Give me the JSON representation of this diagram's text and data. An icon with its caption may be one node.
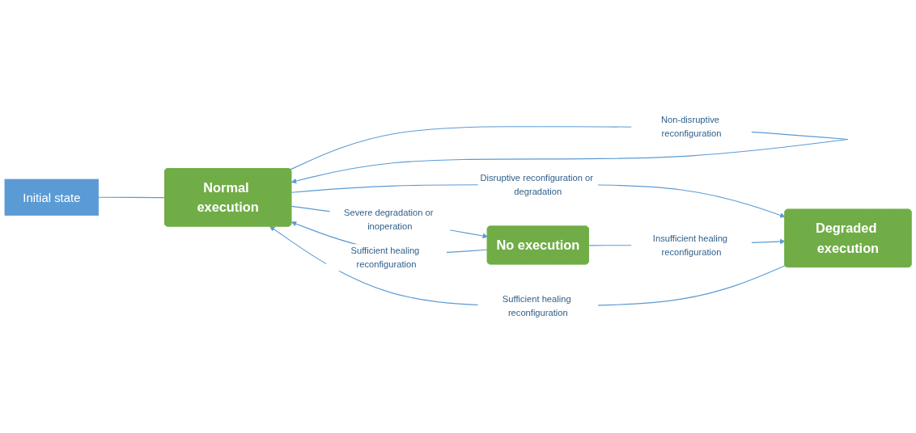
{
  "diagram": {
    "nodes": [
      {
        "text": [
          "Initial state"
        ]
      },
      {
        "text": [
          "Normal execution"
        ]
      },
      {
        "text": [
          "Degraded execution"
        ]
      },
      {
        "text": [
          "No execution"
        ]
      }
    ],
    "edges": [
      {
        "from": 0,
        "to": 1,
        "arrow": "none"
      },
      {
        "from": 2,
        "to": 1,
        "arrow": "to",
        "label": "Sufficient healing reconfiguration"
      },
      {
        "from": 1,
        "to": 1,
        "arrow": "to",
        "label": "Non-disruptive reconfiguration"
      },
      {
        "from": 1,
        "to": 2,
        "arrow": "to",
        "label": "Disruptive reconfiguration or degradation"
      },
      {
        "from": 1,
        "to": 3,
        "arrow": "to",
        "label": "Severe degradation or inoperation"
      },
      {
        "from": 3,
        "to": 2,
        "arrow": "to",
        "label": "Insufficient healing reconfiguration"
      },
      {
        "from": 3,
        "to": 1,
        "arrow": "to",
        "label": "Sufficient healing reconfiguration"
      }
    ]
  }
}
